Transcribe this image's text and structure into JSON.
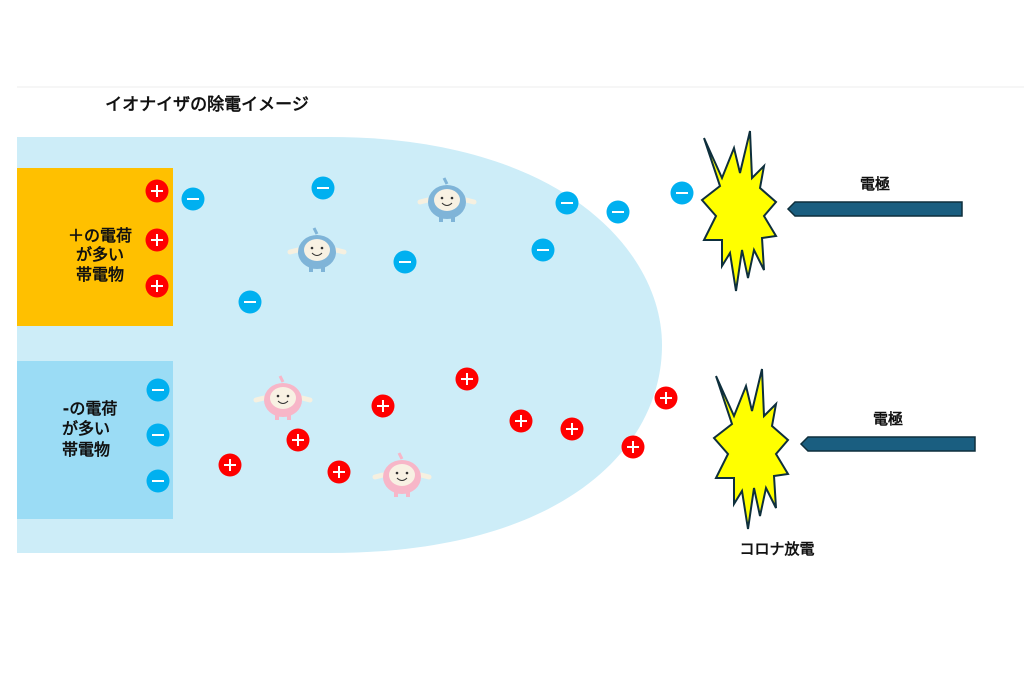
{
  "title": "イオナイザの除電イメージ",
  "positive_object": {
    "lines": [
      "＋の電荷",
      "が多い",
      "帯電物"
    ]
  },
  "negative_object": {
    "lines": [
      "-の電荷",
      "が多い",
      "帯電物"
    ]
  },
  "electrode_top": "電極",
  "electrode_bottom": "電極",
  "corona_label": "コロナ放電",
  "ion_symbols": {
    "positive": "+",
    "negative": "−"
  },
  "colors": {
    "ion_cloud": "#cdedf8",
    "positive_object": "#ffc000",
    "negative_object": "#9bdcf5",
    "positive_ion": "#ff0000",
    "negative_ion": "#00b0f0",
    "spark": "#ffff00",
    "electrode": "#1a5e80"
  }
}
